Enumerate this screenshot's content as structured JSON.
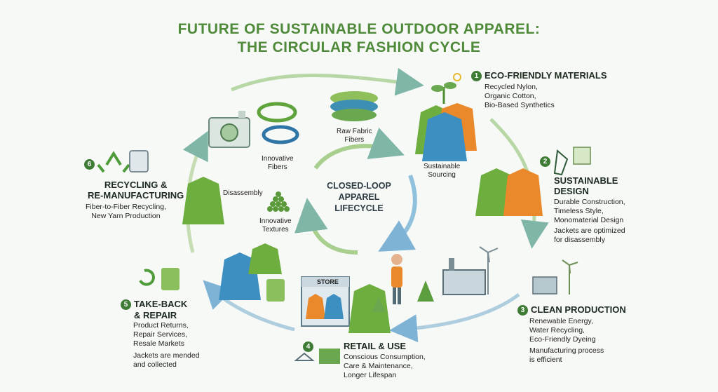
{
  "title": {
    "line1": "FUTURE OF SUSTAINABLE OUTDOOR APPAREL:",
    "line2": "THE CIRCULAR FASHION CYCLE"
  },
  "center": {
    "line1": "CLOSED-LOOP",
    "line2": "APPAREL",
    "line3": "LIFECYCLE"
  },
  "stages": [
    {
      "num": "1",
      "title": "ECO-FRIENDLY MATERIALS",
      "lines": [
        "Recycled Nylon,",
        "Organic Cotton,",
        "Bio-Based Synthetics"
      ]
    },
    {
      "num": "2",
      "title1": "SUSTAINABLE",
      "title2": "DESIGN",
      "lines": [
        "Durable Construction,",
        "Timeless Style,",
        "Monomaterial Design"
      ],
      "note": [
        "Jackets are optimized",
        "for disassembly"
      ]
    },
    {
      "num": "3",
      "title": "CLEAN PRODUCTION",
      "lines": [
        "Renewable Energy,",
        "Water Recycling,",
        "Eco-Friendly Dyeing"
      ],
      "note": [
        "Manufacturing process",
        "is efficient"
      ]
    },
    {
      "num": "4",
      "title": "RETAIL & USE",
      "lines": [
        "Conscious Consumption,",
        "Care & Maintenance,",
        "Longer Lifespan"
      ]
    },
    {
      "num": "5",
      "title1": "TAKE-BACK",
      "title2": "& REPAIR",
      "lines": [
        "Product Returns,",
        "Repair Services,",
        "Resale Markets"
      ],
      "note": [
        "Jackets are mended",
        "and collected"
      ]
    },
    {
      "num": "6",
      "title1": "RECYCLING &",
      "title2": "RE-MANUFACTURING",
      "lines": [
        "Fiber-to-Fiber Recycling,",
        "New Yarn Production"
      ]
    }
  ],
  "inner_labels": {
    "raw_fabric": [
      "Raw Fabric",
      "Fibers"
    ],
    "innovative_fibers": [
      "Innovative",
      "Fibers"
    ],
    "sustainable_sourcing": [
      "Sustainable",
      "Sourcing"
    ],
    "disassembly": "Disassembly",
    "innovative_textures": [
      "Innovative",
      "Textures"
    ],
    "store_sign": "STORE"
  },
  "colors": {
    "title_green": "#4f8a3a",
    "badge_green": "#3e7b35",
    "arrow_teal": "#7fb6a8",
    "arrow_blue": "#7fb3d6",
    "jacket_green": "#6dae3f",
    "jacket_blue": "#3d8fc2",
    "jacket_orange": "#e9892b"
  }
}
